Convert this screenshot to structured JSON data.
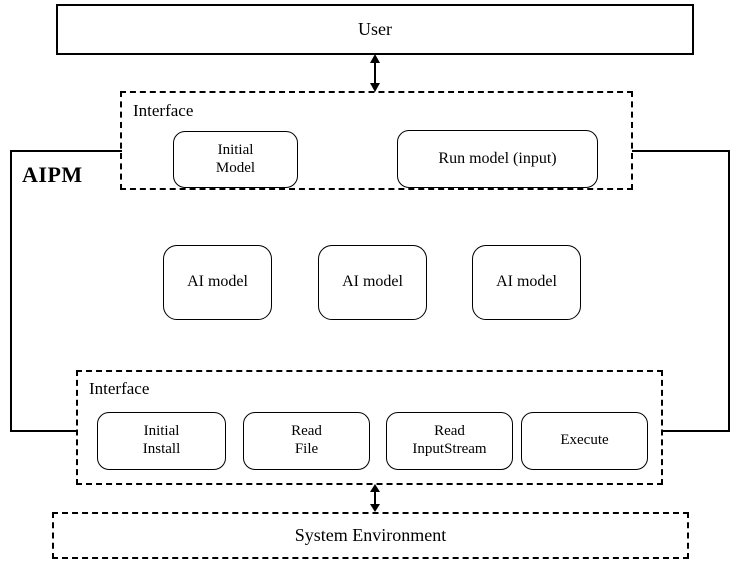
{
  "diagram": {
    "title_label": "AIPM",
    "user": {
      "label": "User"
    },
    "interface_top": {
      "label": "Interface",
      "components": [
        {
          "label": "Initial\nModel",
          "line1": "Initial",
          "line2": "Model"
        },
        {
          "label": "Run model (input)"
        }
      ]
    },
    "models": [
      {
        "label": "AI model"
      },
      {
        "label": "AI model"
      },
      {
        "label": "AI model"
      }
    ],
    "interface_bottom": {
      "label": "Interface",
      "components": [
        {
          "line1": "Initial",
          "line2": "Install"
        },
        {
          "line1": "Read",
          "line2": "File"
        },
        {
          "line1": "Read",
          "line2": "InputStream"
        },
        {
          "line1": "Execute",
          "line2": ""
        }
      ]
    },
    "system_environment": {
      "label": "System Environment"
    },
    "arrows": [
      {
        "name": "user-to-interface",
        "type": "double-headed-vertical"
      },
      {
        "name": "interface-to-system-environment",
        "type": "double-headed-vertical"
      }
    ],
    "colors": {
      "stroke": "#000000",
      "background": "#ffffff",
      "text": "#000000"
    }
  }
}
